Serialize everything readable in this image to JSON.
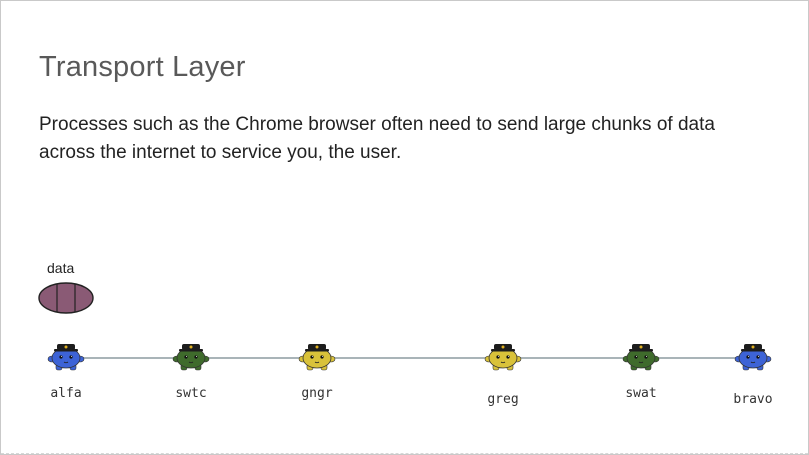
{
  "slide": {
    "title": "Transport Layer",
    "body": "Processes such as the Chrome browser often need to send large chunks of data across the internet to service you, the user."
  },
  "packet": {
    "label": "data",
    "color": "#8a5a75"
  },
  "colors": {
    "link": "#a9b4b8",
    "host": "#3d63d6",
    "switch": "#3f6b2c",
    "router": "#d9c23a",
    "hat": "#1d1d1d"
  },
  "nodes": [
    {
      "id": "alfa",
      "label": "alfa",
      "kind": "host"
    },
    {
      "id": "swtc",
      "label": "swtc",
      "kind": "switch"
    },
    {
      "id": "gngr",
      "label": "gngr",
      "kind": "router"
    },
    {
      "id": "greg",
      "label": "greg",
      "kind": "router"
    },
    {
      "id": "swat",
      "label": "swat",
      "kind": "switch"
    },
    {
      "id": "bravo",
      "label": "bravo",
      "kind": "host"
    }
  ],
  "links": [
    [
      "alfa",
      "swtc"
    ],
    [
      "swtc",
      "gngr"
    ],
    [
      "gngr",
      "greg"
    ],
    [
      "greg",
      "swat"
    ],
    [
      "swat",
      "bravo"
    ]
  ]
}
